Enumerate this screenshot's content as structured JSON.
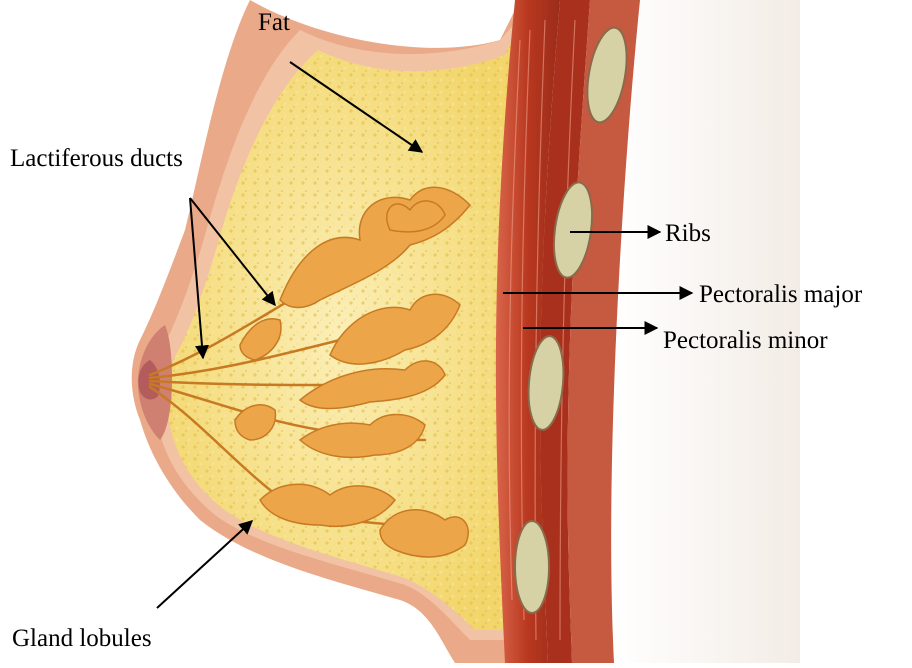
{
  "labels": {
    "fat": "Fat",
    "lactiferous_ducts": "Lactiferous ducts",
    "ribs": "Ribs",
    "pectoralis_major": "Pectoralis major",
    "pectoralis_minor": "Pectoralis minor",
    "gland_lobules": "Gland lobules"
  },
  "colors": {
    "skin": "#e9a98a",
    "skin_dark": "#c9775a",
    "fat": "#f4dd7a",
    "fat_light": "#fbeeb2",
    "gland": "#eda54a",
    "gland_edge": "#c77a22",
    "muscle": "#c2472e",
    "muscle_dark": "#8e2a1a",
    "rib": "#cbc79a",
    "areola": "#c46f6f",
    "arrow": "#000000"
  }
}
